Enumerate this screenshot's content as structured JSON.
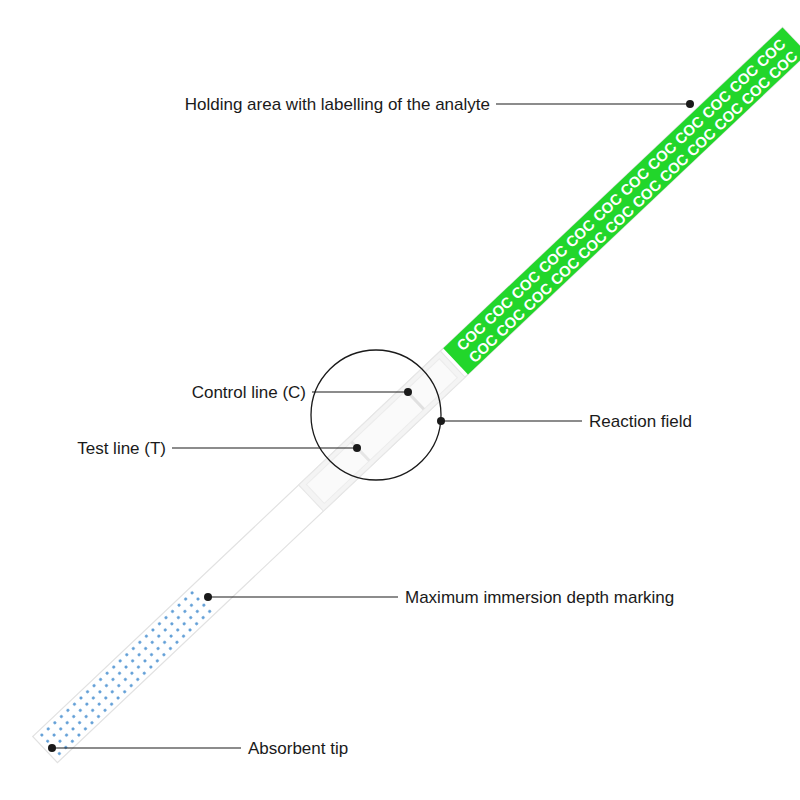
{
  "diagram": {
    "labels": [
      "Holding area with labelling of the analyte",
      "COC COC COC COC COC COC COC COC COC COC COC COC",
      "COC COC COC COC COC COC COC COC COC COC COC COC",
      "Control line (C)",
      "Test line (T)",
      "Reaction field",
      "Maximum immersion depth marking",
      "Absorbent tip"
    ]
  }
}
